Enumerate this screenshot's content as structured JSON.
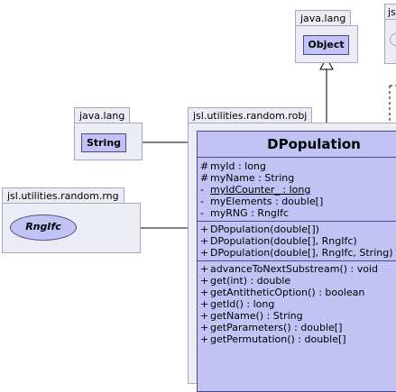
{
  "packages": {
    "java_lang_top": "java.lang",
    "java_lang_left": "java.lang",
    "robj": "jsl.utilities.random.robj",
    "rng": "jsl.utilities.random.rng",
    "partial_right": "jsl"
  },
  "classes": {
    "object": "Object",
    "string": "String",
    "rngifc": "RngIfc"
  },
  "main_class": {
    "name": "DPopulation",
    "attributes": [
      {
        "vis": "#",
        "text": "myId : long",
        "static": false
      },
      {
        "vis": "#",
        "text": "myName : String",
        "static": false
      },
      {
        "vis": "-",
        "text": "myIdCounter_ : long",
        "static": true
      },
      {
        "vis": "-",
        "text": "myElements : double[]",
        "static": false
      },
      {
        "vis": "-",
        "text": "myRNG : RngIfc",
        "static": false
      }
    ],
    "constructors": [
      {
        "vis": "+",
        "text": "DPopulation(double[])"
      },
      {
        "vis": "+",
        "text": "DPopulation(double[], RngIfc)"
      },
      {
        "vis": "+",
        "text": "DPopulation(double[], RngIfc, String)"
      }
    ],
    "methods": [
      {
        "vis": "+",
        "text": "advanceToNextSubstream() : void"
      },
      {
        "vis": "+",
        "text": "get(int) : double"
      },
      {
        "vis": "+",
        "text": "getAntitheticOption() : boolean"
      },
      {
        "vis": "+",
        "text": "getId() : long"
      },
      {
        "vis": "+",
        "text": "getName() : String"
      },
      {
        "vis": "+",
        "text": "getParameters() : double[]"
      },
      {
        "vis": "+",
        "text": "getPermutation() : double[]"
      }
    ]
  }
}
